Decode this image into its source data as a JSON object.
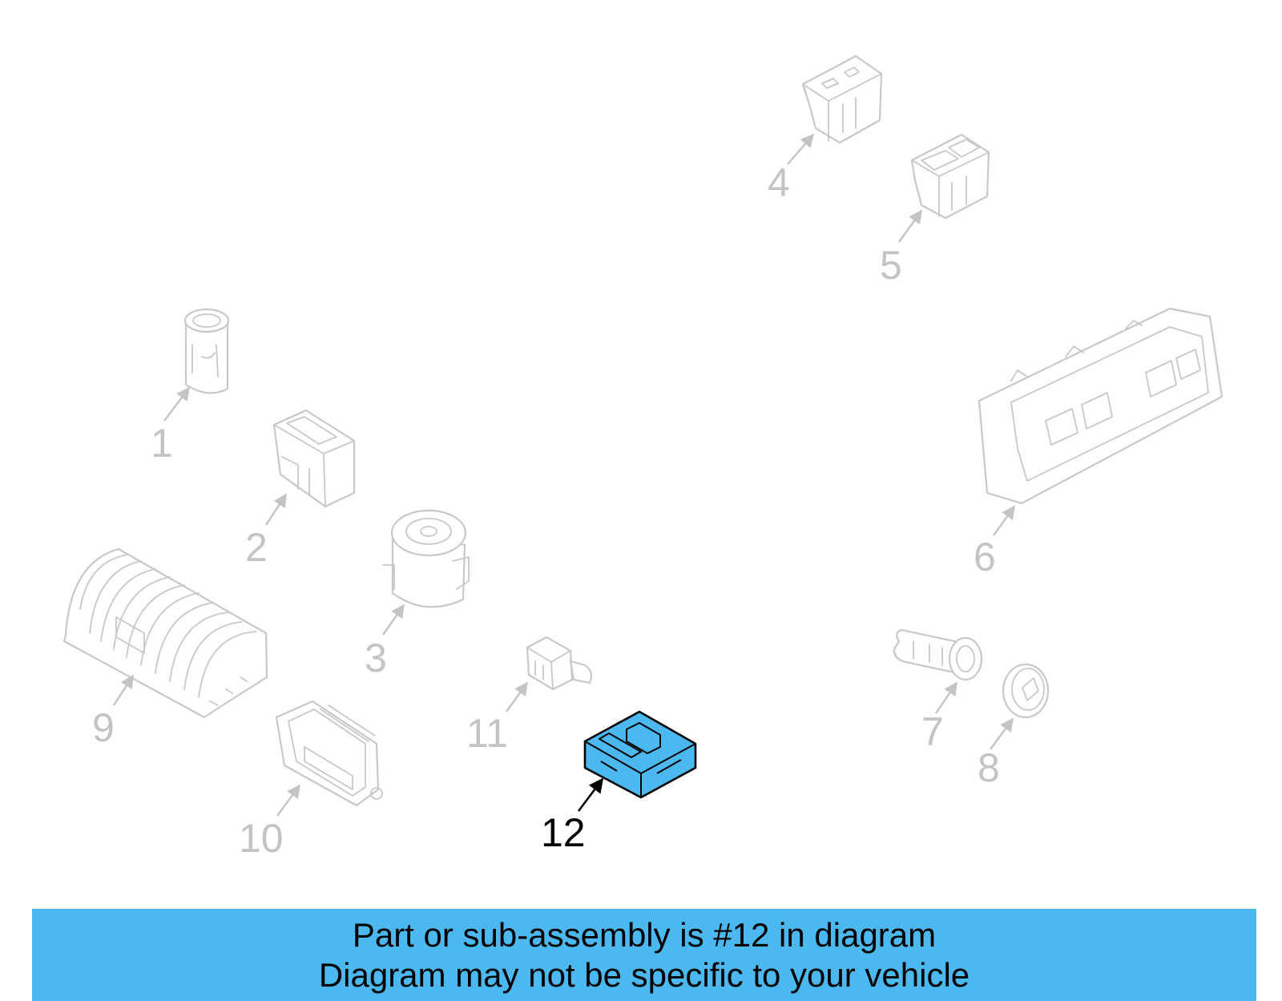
{
  "callouts": [
    {
      "number": "1"
    },
    {
      "number": "2"
    },
    {
      "number": "3"
    },
    {
      "number": "4"
    },
    {
      "number": "5"
    },
    {
      "number": "6"
    },
    {
      "number": "7"
    },
    {
      "number": "8"
    },
    {
      "number": "9"
    },
    {
      "number": "10"
    },
    {
      "number": "11"
    },
    {
      "number": "12",
      "highlighted": true
    }
  ],
  "highlight": {
    "part_number": "12",
    "fill_color": "#4cb8f0",
    "ghost_color": "#c8c8c8"
  },
  "banner": {
    "line1": "Part or sub-assembly is #12 in diagram",
    "line2": "Diagram may not be specific to your vehicle",
    "color": "#4cb8f0"
  }
}
